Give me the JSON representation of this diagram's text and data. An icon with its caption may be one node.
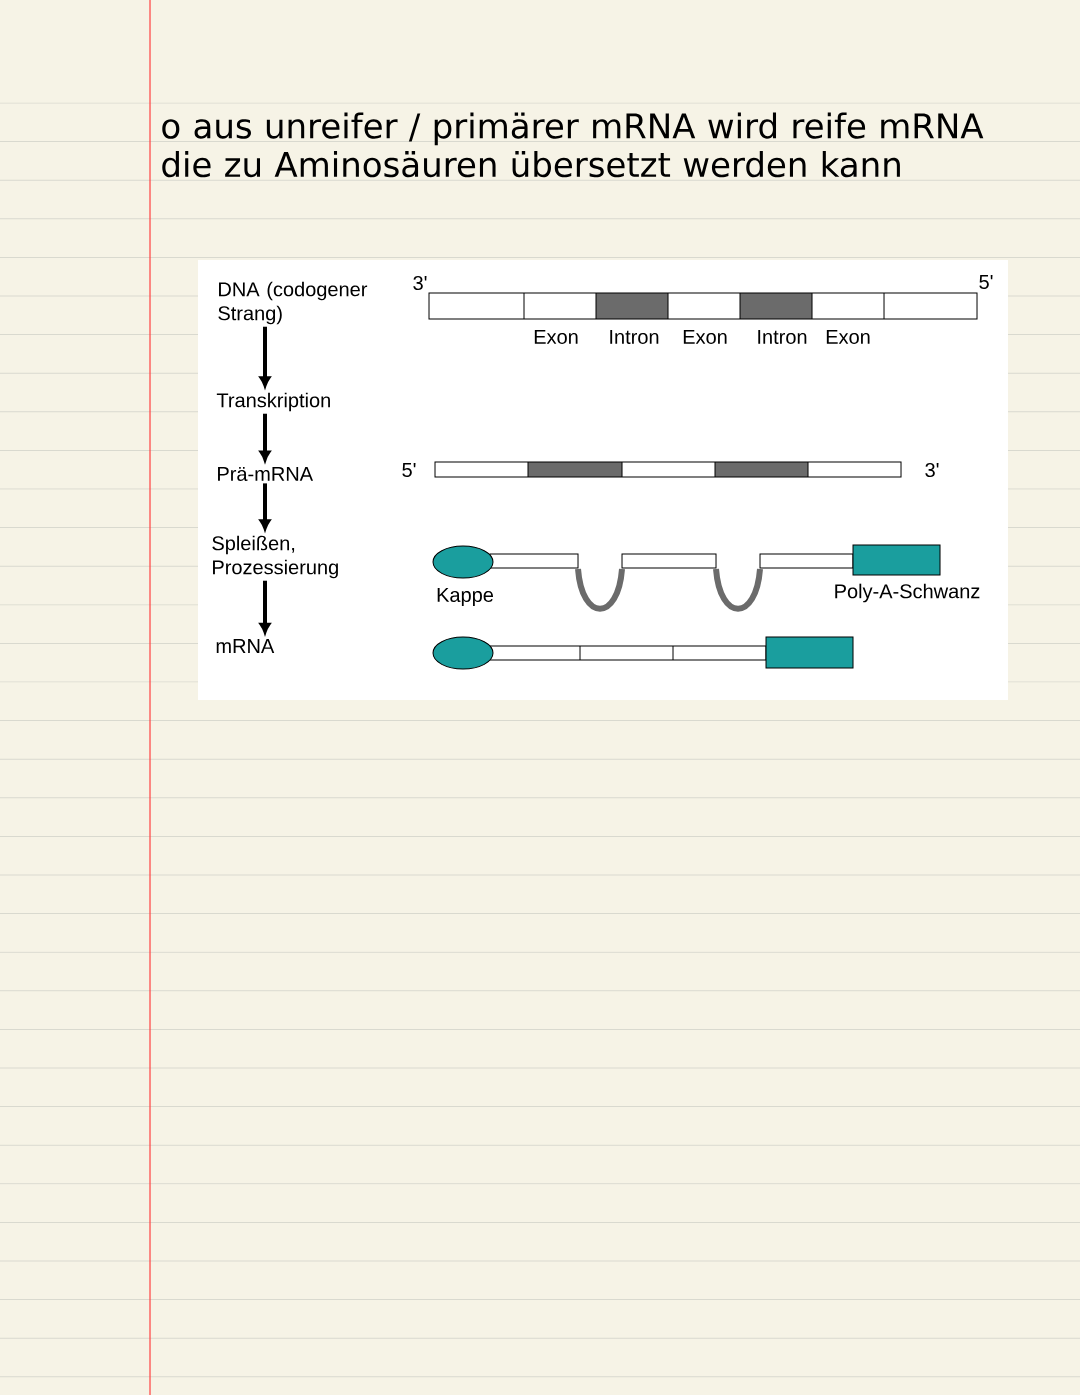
{
  "diagram": {
    "nodes": [
      {
        "text": [
          "DNA (codogener Strang)"
        ]
      },
      {
        "text": [
          "Transkription"
        ]
      },
      {
        "text": [
          "Prä-mRNA"
        ]
      },
      {
        "text": [
          "Spleißen, Prozessierung"
        ]
      },
      {
        "text": [
          "mRNA"
        ]
      }
    ],
    "edges": [
      {
        "from": 0,
        "to": 1,
        "arrow": "to"
      },
      {
        "from": 1,
        "to": 2,
        "arrow": "to"
      },
      {
        "from": 2,
        "to": 3,
        "arrow": "to"
      },
      {
        "from": 3,
        "to": 4,
        "arrow": "to"
      }
    ],
    "labels": [
      "o aus unreifer / primärer mRNA wird reife mRNA die zu Aminosäuren übersetzt werden kann",
      "3'",
      "5'",
      "Exon",
      "Intron",
      "Exon",
      "Intron",
      "Exon",
      "5'",
      "3'",
      "Kappe",
      "Poly-A-Schwanz"
    ]
  }
}
